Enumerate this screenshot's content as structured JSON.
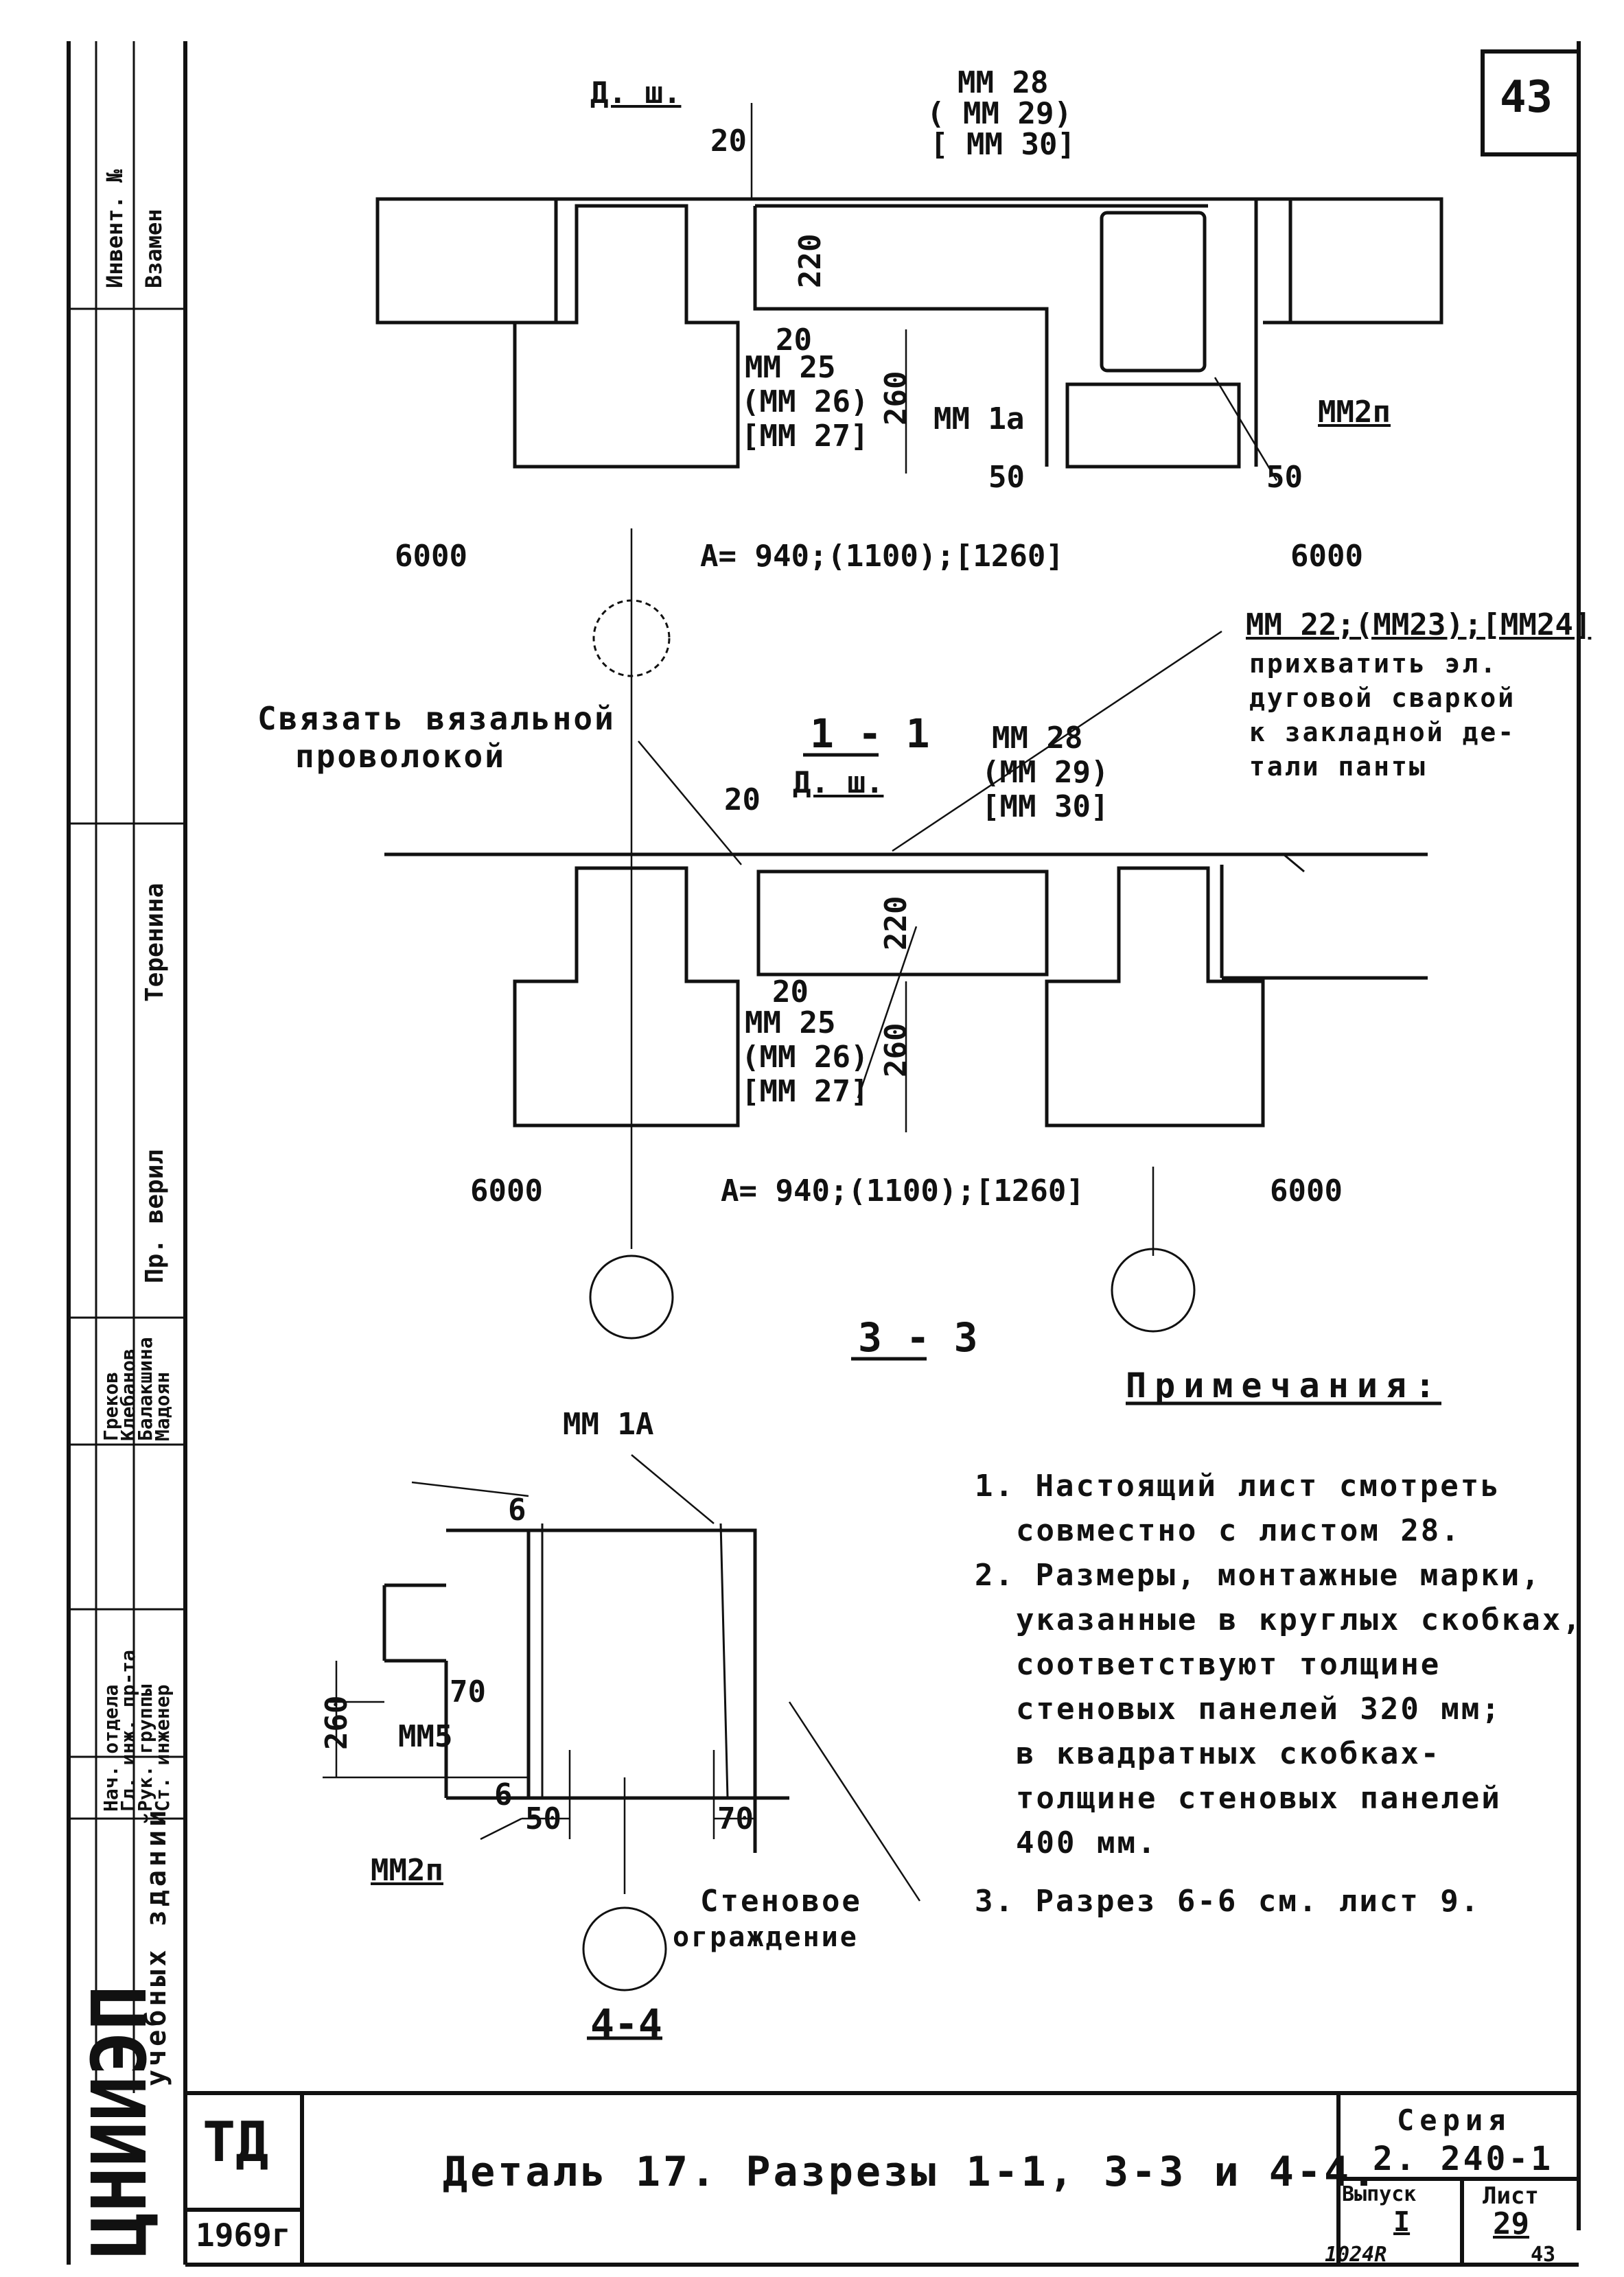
{
  "sheet": {
    "sheet_number_top": "43",
    "bottom_stamp_left": "1024R",
    "bottom_stamp_right": "43"
  },
  "left_strip": {
    "org": "ЦНИИЭП",
    "org_sub": "учебных зданий",
    "inv_label": "Инвент. №",
    "vzamen_label": "Взамен",
    "roles": [
      "Нач. отдела",
      "Гл. инж. пр-та",
      "Рук. группы",
      "Ст. инженер"
    ],
    "names": [
      "Греков",
      "Клебанов",
      "Балакшина",
      "Мадоян"
    ],
    "check_label": "Пр. верил",
    "check_name": "Теренина"
  },
  "section_top": {
    "label_dsh": "Д. ш.",
    "mm_group": [
      "ММ 28",
      "( ММ 29)",
      "[ ММ 30]"
    ],
    "dim_20a": "20",
    "dim_220": "220",
    "dim_20b": "20",
    "dim_260": "260",
    "dim_50a": "50",
    "dim_50b": "50",
    "mm25_group": [
      "ММ 25",
      "(ММ 26)",
      "[ММ 27]"
    ],
    "mm1a": "ММ 1а",
    "mm2p": "ММ2п",
    "left_span": "6000",
    "center_span": "А= 940;(1100);[1260]",
    "right_span": "6000",
    "mm22": "ММ 22;(ММ23);[ММ24]",
    "mm22_note": [
      "прихватить эл.",
      "дуговой сваркой",
      "к закладной де-",
      "тали панты"
    ]
  },
  "section_11": {
    "title": "1 - 1",
    "tie_note": [
      "Связать вязальной",
      "проволокой"
    ],
    "label_dsh": "Д. ш.",
    "dim_20": "20",
    "mm_group": [
      "ММ 28",
      "(ММ 29)",
      "[ММ 30]"
    ],
    "dim_220": "220",
    "dim_20b": "20",
    "dim_260": "260",
    "mm25_group": [
      "ММ 25",
      "(ММ 26)",
      "[ММ 27]"
    ],
    "left_span": "6000",
    "center_span": "А= 940;(1100);[1260]",
    "right_span": "6000"
  },
  "section_33": {
    "title": "3 - 3",
    "mm1a": "ММ 1А",
    "dim_6a": "6",
    "dim_70a": "70",
    "dim_260": "260",
    "mm5": "ММ5",
    "dim_6b": "6",
    "dim_50": "50",
    "dim_70b": "70",
    "mm2p": "ММ2п",
    "wall_label": [
      "Стеновое",
      "ограждение"
    ],
    "section_44": "4-4"
  },
  "notes": {
    "heading": "Примечания:",
    "items": [
      "1. Настоящий лист смотреть",
      "совместно с листом 28.",
      "2. Размеры, монтажные марки,",
      "указанные в круглых скобках,",
      "соответствуют толщине",
      "стеновых панелей  320 мм;",
      "в квадратных скобках-",
      "толщине стеновых панелей",
      "400 мм.",
      "3. Разрез 6-6 см. лист 9."
    ]
  },
  "title_block": {
    "code": "ТД",
    "year": "1969г",
    "title": "Деталь 17. Разрезы 1-1, 3-3 и 4-4.",
    "series_label": "Серия",
    "series_value": "2. 240-1",
    "issue_label": "Выпуск",
    "issue_value": "I",
    "sheet_label": "Лист",
    "sheet_value": "29"
  },
  "colors": {
    "ink": "#111111",
    "paper": "#ffffff"
  }
}
